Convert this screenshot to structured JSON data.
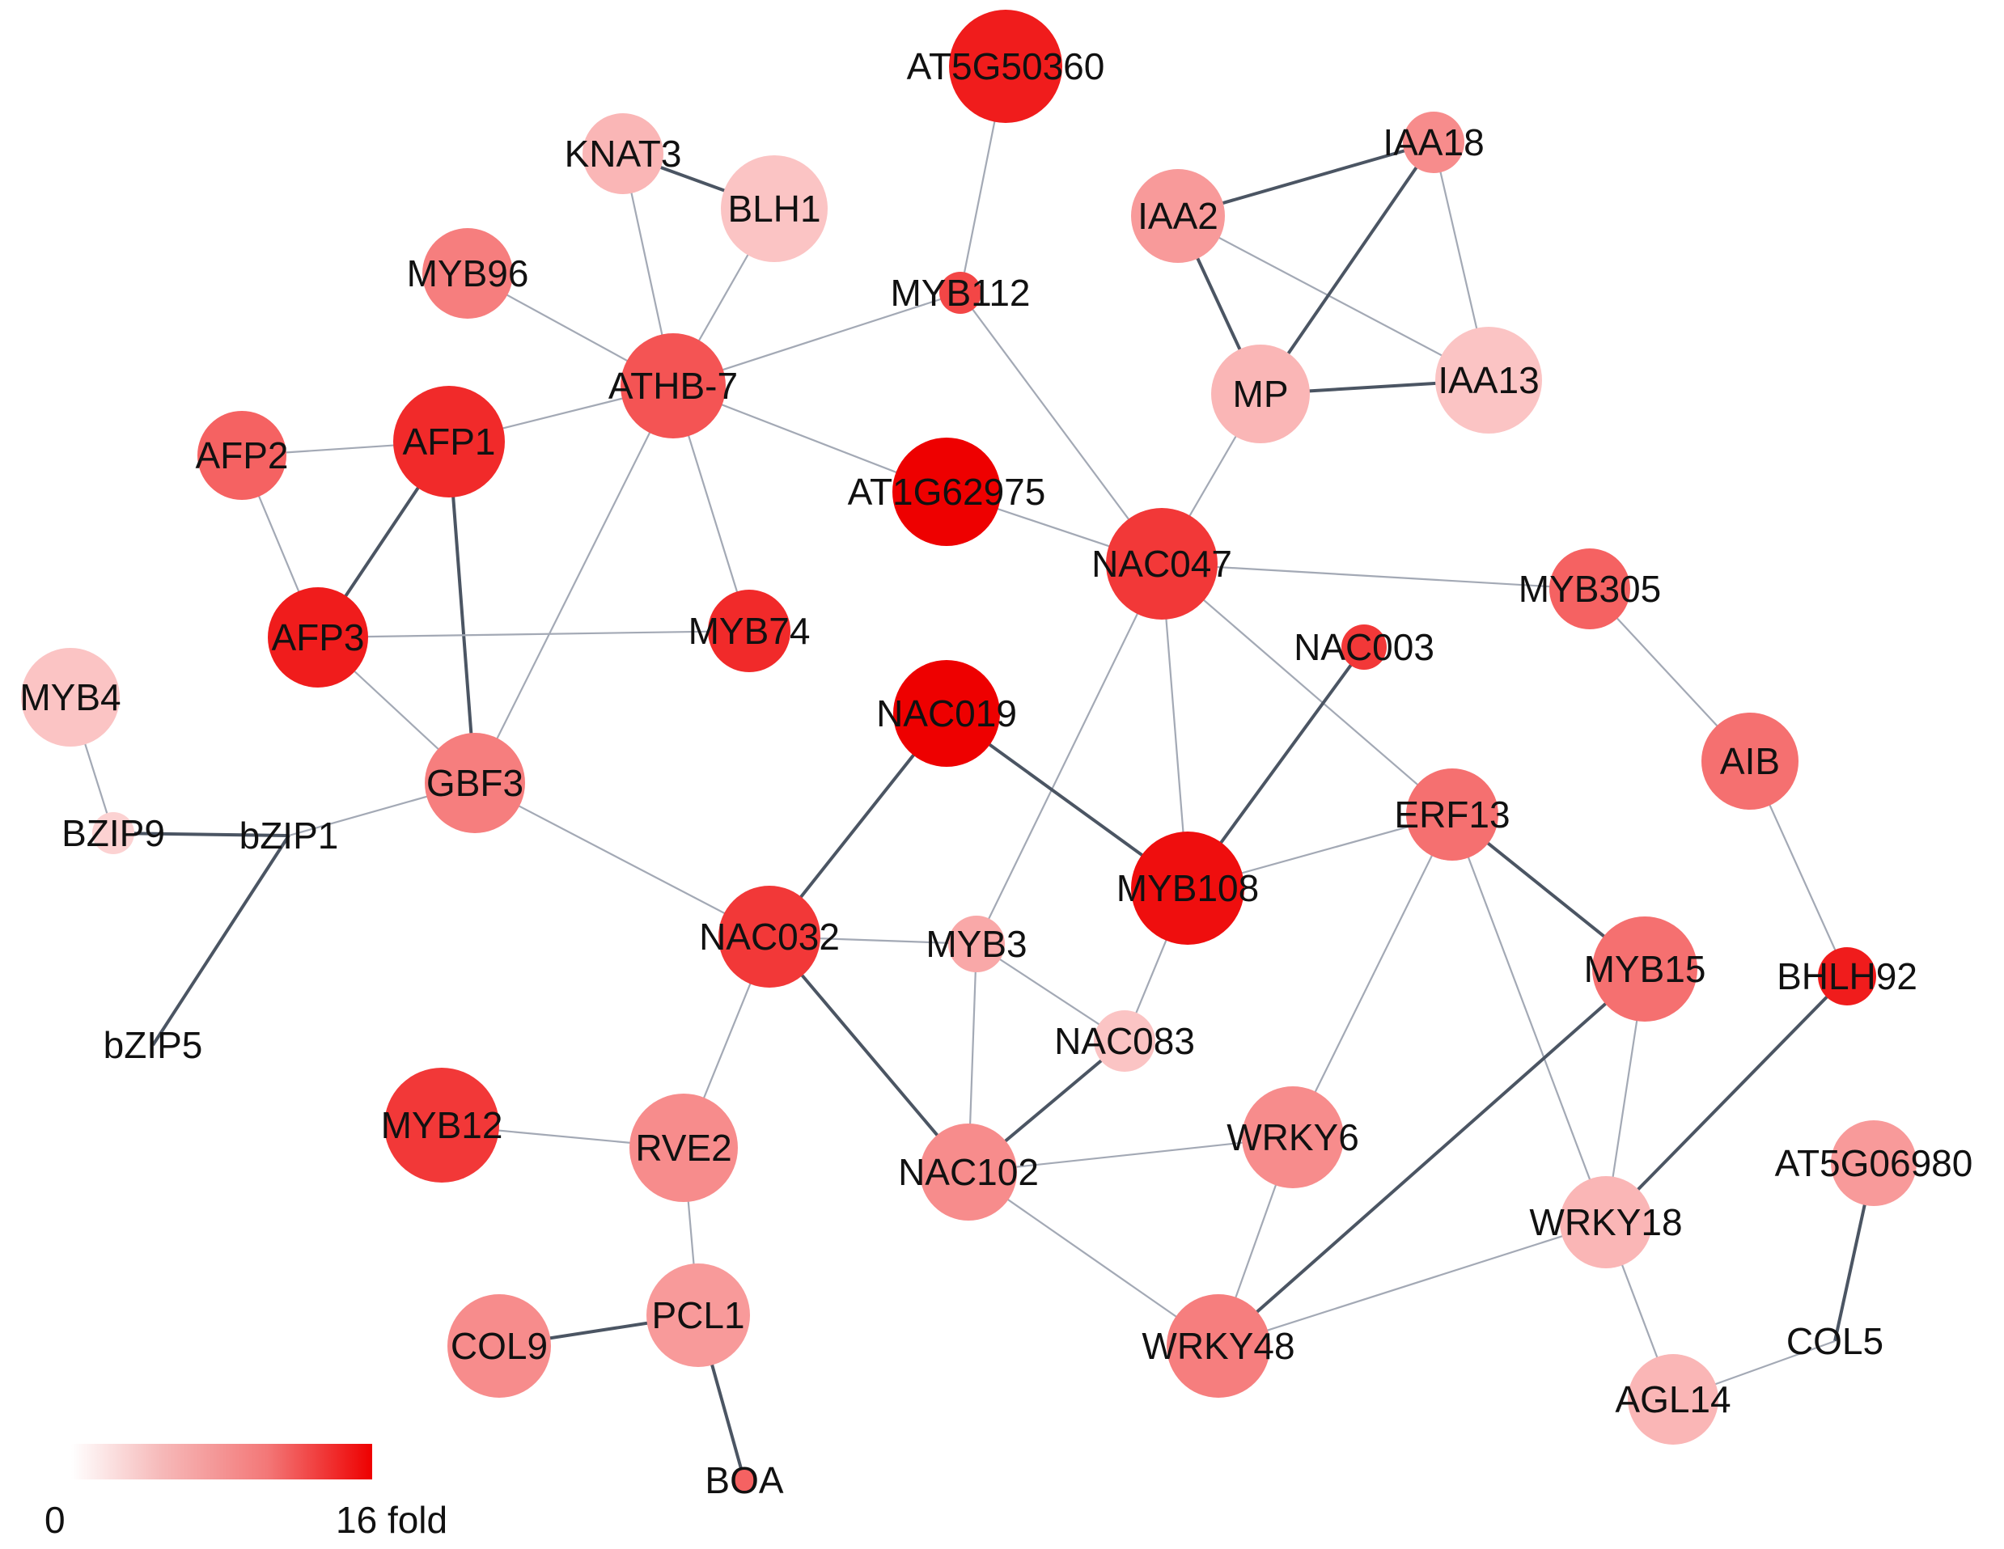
{
  "legend": {
    "min_label": "0",
    "max_label": "16 fold",
    "low_color": "#ffffff",
    "high_color": "#ee0000"
  },
  "colors": {
    "edge_dark": "#4b5563",
    "edge_light": "#a3a9b5",
    "label": "#111111"
  },
  "nodes": [
    {
      "id": "AT5G50360",
      "value": 14
    },
    {
      "id": "KNAT3",
      "value": 3
    },
    {
      "id": "BLH1",
      "value": 2
    },
    {
      "id": "MYB96",
      "value": 7
    },
    {
      "id": "MYB112",
      "value": 11
    },
    {
      "id": "ATHB-7",
      "value": 10
    },
    {
      "id": "AFP2",
      "value": 9
    },
    {
      "id": "AFP1",
      "value": 13
    },
    {
      "id": "AT1G62975",
      "value": 16
    },
    {
      "id": "IAA18",
      "value": 6
    },
    {
      "id": "IAA2",
      "value": 5
    },
    {
      "id": "MP",
      "value": 3
    },
    {
      "id": "IAA13",
      "value": 2
    },
    {
      "id": "NAC047",
      "value": 12
    },
    {
      "id": "MYB305",
      "value": 9
    },
    {
      "id": "AFP3",
      "value": 14
    },
    {
      "id": "MYB74",
      "value": 13
    },
    {
      "id": "NAC003",
      "value": 12
    },
    {
      "id": "MYB4",
      "value": 2
    },
    {
      "id": "NAC019",
      "value": 16
    },
    {
      "id": "GBF3",
      "value": 7
    },
    {
      "id": "AIB",
      "value": 8
    },
    {
      "id": "ERF13",
      "value": 8
    },
    {
      "id": "BZIP9",
      "value": 1
    },
    {
      "id": "bZIP1",
      "value": 0
    },
    {
      "id": "MYB108",
      "value": 15
    },
    {
      "id": "NAC032",
      "value": 12
    },
    {
      "id": "MYB3",
      "value": 4
    },
    {
      "id": "MYB15",
      "value": 8
    },
    {
      "id": "BHLH92",
      "value": 14
    },
    {
      "id": "bZIP5",
      "value": 0
    },
    {
      "id": "NAC083",
      "value": 2
    },
    {
      "id": "MYB12",
      "value": 12
    },
    {
      "id": "RVE2",
      "value": 6
    },
    {
      "id": "WRKY6",
      "value": 6
    },
    {
      "id": "NAC102",
      "value": 6
    },
    {
      "id": "AT5G06980",
      "value": 5
    },
    {
      "id": "WRKY18",
      "value": 3
    },
    {
      "id": "PCL1",
      "value": 5
    },
    {
      "id": "COL9",
      "value": 6
    },
    {
      "id": "WRKY48",
      "value": 7
    },
    {
      "id": "COL5",
      "value": 0
    },
    {
      "id": "AGL14",
      "value": 3
    },
    {
      "id": "BOA",
      "value": 9
    }
  ],
  "edges": [
    {
      "source": "AT5G50360",
      "target": "MYB112",
      "strength": "light"
    },
    {
      "source": "KNAT3",
      "target": "BLH1",
      "strength": "dark"
    },
    {
      "source": "KNAT3",
      "target": "ATHB-7",
      "strength": "light"
    },
    {
      "source": "BLH1",
      "target": "ATHB-7",
      "strength": "light"
    },
    {
      "source": "MYB96",
      "target": "ATHB-7",
      "strength": "light"
    },
    {
      "source": "MYB112",
      "target": "ATHB-7",
      "strength": "light"
    },
    {
      "source": "MYB112",
      "target": "NAC047",
      "strength": "light"
    },
    {
      "source": "ATHB-7",
      "target": "AFP1",
      "strength": "light"
    },
    {
      "source": "ATHB-7",
      "target": "AT1G62975",
      "strength": "light"
    },
    {
      "source": "ATHB-7",
      "target": "MYB74",
      "strength": "light"
    },
    {
      "source": "ATHB-7",
      "target": "GBF3",
      "strength": "light"
    },
    {
      "source": "AFP2",
      "target": "AFP1",
      "strength": "light"
    },
    {
      "source": "AFP2",
      "target": "AFP3",
      "strength": "light"
    },
    {
      "source": "AFP1",
      "target": "AFP3",
      "strength": "dark"
    },
    {
      "source": "AFP1",
      "target": "GBF3",
      "strength": "dark"
    },
    {
      "source": "AFP3",
      "target": "MYB74",
      "strength": "light"
    },
    {
      "source": "AFP3",
      "target": "GBF3",
      "strength": "light"
    },
    {
      "source": "AT1G62975",
      "target": "NAC047",
      "strength": "light"
    },
    {
      "source": "IAA2",
      "target": "IAA18",
      "strength": "dark"
    },
    {
      "source": "IAA2",
      "target": "MP",
      "strength": "dark"
    },
    {
      "source": "IAA2",
      "target": "IAA13",
      "strength": "light"
    },
    {
      "source": "IAA18",
      "target": "MP",
      "strength": "dark"
    },
    {
      "source": "IAA18",
      "target": "IAA13",
      "strength": "light"
    },
    {
      "source": "MP",
      "target": "IAA13",
      "strength": "dark"
    },
    {
      "source": "MP",
      "target": "NAC047",
      "strength": "light"
    },
    {
      "source": "NAC047",
      "target": "MYB305",
      "strength": "light"
    },
    {
      "source": "NAC047",
      "target": "MYB108",
      "strength": "light"
    },
    {
      "source": "NAC047",
      "target": "ERF13",
      "strength": "light"
    },
    {
      "source": "NAC047",
      "target": "MYB3",
      "strength": "light"
    },
    {
      "source": "MYB305",
      "target": "AIB",
      "strength": "light"
    },
    {
      "source": "NAC003",
      "target": "MYB108",
      "strength": "dark"
    },
    {
      "source": "NAC019",
      "target": "MYB108",
      "strength": "dark"
    },
    {
      "source": "NAC019",
      "target": "NAC032",
      "strength": "dark"
    },
    {
      "source": "MYB4",
      "target": "BZIP9",
      "strength": "light"
    },
    {
      "source": "BZIP9",
      "target": "bZIP1",
      "strength": "dark"
    },
    {
      "source": "bZIP1",
      "target": "GBF3",
      "strength": "light"
    },
    {
      "source": "bZIP1",
      "target": "bZIP5",
      "strength": "dark"
    },
    {
      "source": "GBF3",
      "target": "NAC032",
      "strength": "light"
    },
    {
      "source": "AIB",
      "target": "BHLH92",
      "strength": "light"
    },
    {
      "source": "ERF13",
      "target": "MYB108",
      "strength": "light"
    },
    {
      "source": "ERF13",
      "target": "MYB15",
      "strength": "dark"
    },
    {
      "source": "ERF13",
      "target": "WRKY6",
      "strength": "light"
    },
    {
      "source": "ERF13",
      "target": "WRKY18",
      "strength": "light"
    },
    {
      "source": "MYB108",
      "target": "NAC083",
      "strength": "light"
    },
    {
      "source": "NAC032",
      "target": "MYB3",
      "strength": "light"
    },
    {
      "source": "NAC032",
      "target": "NAC102",
      "strength": "dark"
    },
    {
      "source": "NAC032",
      "target": "RVE2",
      "strength": "light"
    },
    {
      "source": "MYB3",
      "target": "NAC083",
      "strength": "light"
    },
    {
      "source": "MYB3",
      "target": "NAC102",
      "strength": "light"
    },
    {
      "source": "NAC083",
      "target": "NAC102",
      "strength": "dark"
    },
    {
      "source": "MYB15",
      "target": "WRKY18",
      "strength": "light"
    },
    {
      "source": "MYB15",
      "target": "WRKY48",
      "strength": "dark"
    },
    {
      "source": "BHLH92",
      "target": "WRKY18",
      "strength": "dark"
    },
    {
      "source": "MYB12",
      "target": "RVE2",
      "strength": "light"
    },
    {
      "source": "RVE2",
      "target": "PCL1",
      "strength": "light"
    },
    {
      "source": "NAC102",
      "target": "WRKY6",
      "strength": "light"
    },
    {
      "source": "NAC102",
      "target": "WRKY48",
      "strength": "light"
    },
    {
      "source": "WRKY6",
      "target": "WRKY48",
      "strength": "light"
    },
    {
      "source": "WRKY18",
      "target": "WRKY48",
      "strength": "light"
    },
    {
      "source": "WRKY18",
      "target": "AGL14",
      "strength": "light"
    },
    {
      "source": "AT5G06980",
      "target": "COL5",
      "strength": "dark"
    },
    {
      "source": "COL5",
      "target": "AGL14",
      "strength": "light"
    },
    {
      "source": "PCL1",
      "target": "COL9",
      "strength": "dark"
    },
    {
      "source": "PCL1",
      "target": "BOA",
      "strength": "dark"
    }
  ]
}
